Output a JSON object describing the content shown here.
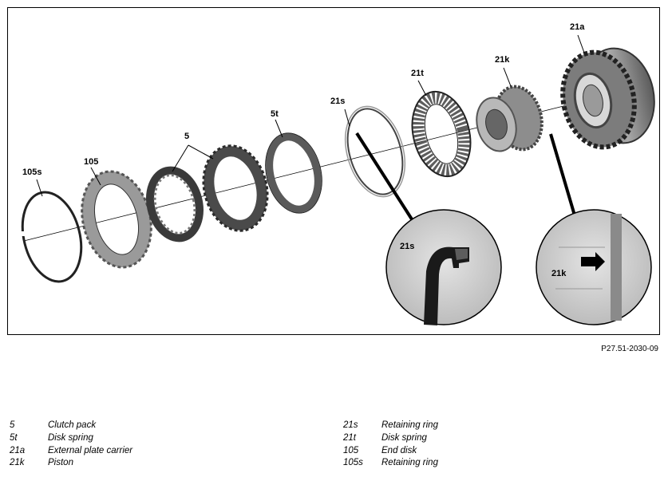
{
  "diagram": {
    "callouts": {
      "c105s": "105s",
      "c105": "105",
      "c5": "5",
      "c5t": "5t",
      "c21s": "21s",
      "c21t": "21t",
      "c21k": "21k",
      "c21a": "21a",
      "detail_21s": "21s",
      "detail_21k": "21k"
    },
    "reference": "P27.51-2030-09"
  },
  "legend": {
    "left": [
      {
        "code": "5",
        "desc": "Clutch pack"
      },
      {
        "code": "5t",
        "desc": "Disk spring"
      },
      {
        "code": "21a",
        "desc": "External plate carrier"
      },
      {
        "code": "21k",
        "desc": "Piston"
      }
    ],
    "right": [
      {
        "code": "21s",
        "desc": "Retaining ring"
      },
      {
        "code": "21t",
        "desc": "Disk spring"
      },
      {
        "code": "105",
        "desc": "End disk"
      },
      {
        "code": "105s",
        "desc": "Retaining ring"
      }
    ]
  }
}
